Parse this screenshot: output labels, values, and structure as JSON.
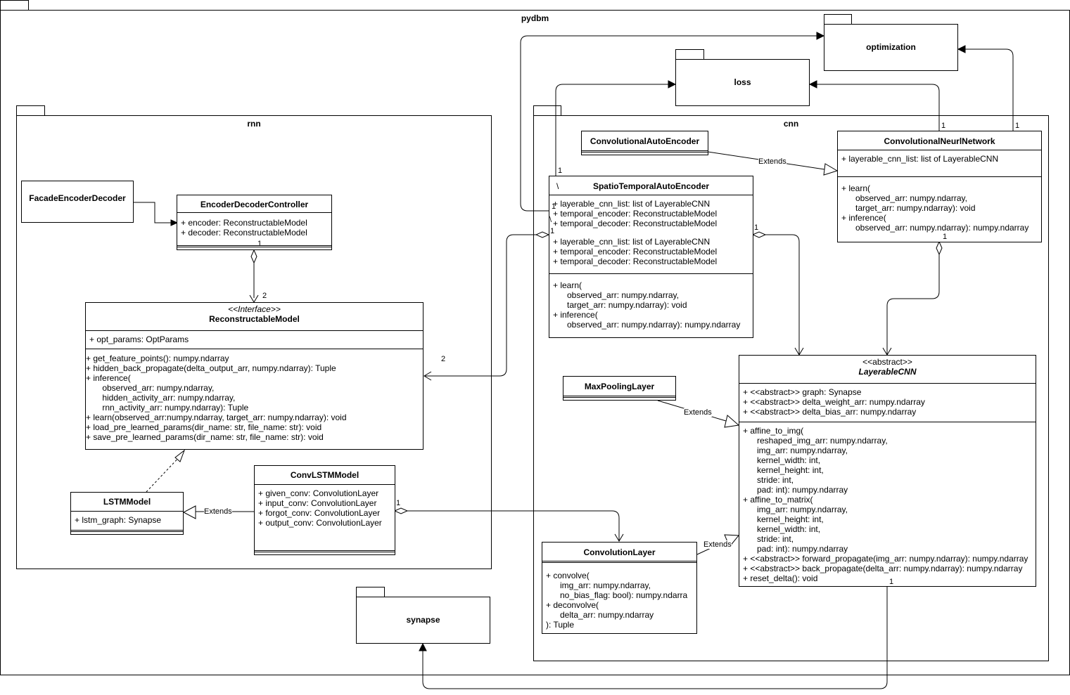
{
  "packages": {
    "pydbm": "pydbm",
    "rnn": "rnn",
    "cnn": "cnn",
    "optimization": "optimization",
    "loss": "loss",
    "synapse": "synapse"
  },
  "classes": {
    "facade": {
      "name": "FacadeEncoderDecoder"
    },
    "edc": {
      "name": "EncoderDecoderController",
      "attrs": [
        "+ encoder: ReconstructableModel",
        "+ decoder: ReconstructableModel"
      ]
    },
    "recon": {
      "stereotype": "<<Interface>>",
      "name": "ReconstructableModel",
      "attrs": [
        "+ opt_params: OptParams"
      ],
      "ops": [
        "+ get_feature_points(): numpy.ndarray",
        "+ hidden_back_propagate(delta_output_arr, numpy.ndarray): Tuple",
        "+ inference(",
        "       observed_arr: numpy.ndarray,",
        "       hidden_activity_arr: numpy.ndarray,",
        "       rnn_activity_arr: numpy.ndarray): Tuple",
        "+ learn(observed_arr:numpy.ndarray, target_arr: numpy.ndarray): void",
        "+ load_pre_learned_params(dir_name: str, file_name: str): void",
        "+ save_pre_learned_params(dir_name: str, file_name: str): void"
      ]
    },
    "lstm": {
      "name": "LSTMModel",
      "attrs": [
        "+ lstm_graph: Synapse"
      ]
    },
    "convlstm": {
      "name": "ConvLSTMModel",
      "attrs": [
        "+ given_conv: ConvolutionLayer",
        "+ input_conv: ConvolutionLayer",
        "+ forgot_conv: ConvolutionLayer",
        "+ output_conv: ConvolutionLayer"
      ]
    },
    "cae": {
      "name": "ConvolutionalAutoEncoder"
    },
    "cnn_net": {
      "name": "ConvolutionalNeurlNetwork",
      "attrs": [
        "+ layerable_cnn_list: list of LayerableCNN"
      ],
      "ops": [
        "+ learn(",
        "      observed_arr: numpy.ndarray,",
        "      target_arr: numpy.ndarray): void",
        "+ inference(",
        "      observed_arr: numpy.ndarray): numpy.ndarray"
      ]
    },
    "stae": {
      "name": "SpatioTemporalAutoEncoder",
      "name_prefix": "\\",
      "attrs": [
        "+ layerable_cnn_list: list of LayerableCNN",
        "+ temporal_encoder: ReconstructableModel",
        "+ temporal_decoder: ReconstructableModel",
        "",
        "+ layerable_cnn_list: list of LayerableCNN",
        "+ temporal_encoder: ReconstructableModel",
        "+ temporal_decoder: ReconstructableModel"
      ],
      "ops": [
        "+ learn(",
        "      observed_arr: numpy.ndarray,",
        "      target_arr: numpy.ndarray): void",
        "+ inference(",
        "      observed_arr: numpy.ndarray): numpy.ndarray"
      ]
    },
    "maxpool": {
      "name": "MaxPoolingLayer"
    },
    "layerable": {
      "stereotype": "<<abstract>>",
      "name": "LayerableCNN",
      "attrs": [
        "+ <<abstract>> graph: Synapse",
        "+ <<abstract>> delta_weight_arr: numpy.ndarray",
        "+ <<abstract>> delta_bias_arr: numpy.ndarray"
      ],
      "ops": [
        "+ affine_to_img(",
        "      reshaped_img_arr: numpy.ndarray,",
        "      img_arr: numpy.ndarray,",
        "      kernel_width: int,",
        "      kernel_height: int,",
        "      stride: int,",
        "      pad: int): numpy.ndarray",
        "+ affine_to_matrix(",
        "      img_arr: numpy.ndarray,",
        "      kernel_height: int,",
        "      kernel_width: int,",
        "      stride: int,",
        "      pad: int): numpy.ndarray",
        "+ <<abstract>> forward_propagate(img_arr: numpy.ndarray): numpy.ndarray",
        "+ <<abstract>> back_propagate(delta_arr: numpy.ndarray): numpy.ndarray",
        "+ reset_delta(): void"
      ]
    },
    "convlayer": {
      "name": "ConvolutionLayer",
      "ops": [
        "+ convolve(",
        "      img_arr: numpy.ndarray,",
        "      no_bias_flag: bool): numpy.ndarra",
        "+ deconvolve(",
        "      delta_arr: numpy.ndarray",
        "): Tuple"
      ]
    }
  },
  "edge_labels": {
    "extends_cae": "Extends",
    "extends_lstm": "Extends",
    "extends_maxpool": "Extends",
    "extends_conv": "Extends",
    "m_edc_1": "1",
    "m_recon_2": "2",
    "m_recon_2b": "2",
    "m_stae_top_1": "1",
    "m_stae_1a": "1",
    "m_stae_1b": "1",
    "m_stae_1c": "1",
    "m_stae_backslash": "\\",
    "m_cnn_loss_1": "1",
    "m_cnn_opt_1": "1",
    "m_cnn_bottom_1": "1",
    "m_convlstm_1": "1",
    "m_layerable_1": "1"
  }
}
